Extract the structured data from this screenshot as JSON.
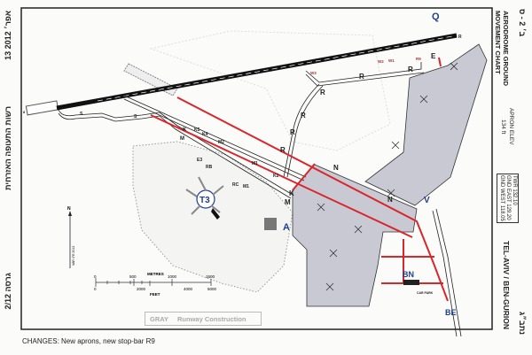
{
  "header": {
    "page_number": "ב׳ 2 - ס",
    "chart_title_line1": "AERODROME GROUND",
    "chart_title_line2": "MOVEMENT CHART",
    "apron_elev_label": "APRON ELEV",
    "apron_elev_value": "134 ft",
    "frequencies": [
      "TWR 132.10",
      "GND EAST 129.20",
      "GND WEST 118.05"
    ],
    "airport_name": "TEL-AVIV / BEN-GURION",
    "airport_name_hebrew": "נתב״ג"
  },
  "left_margin": {
    "date": "13 אפר׳ 2012",
    "authority": "רשות התעופה האזרחית",
    "version": "גרסה 2/12"
  },
  "map": {
    "north_label": "N",
    "variation": "VAR 4°E 2012",
    "runway_designator": "8",
    "labels": [
      "Q",
      "R",
      "W1",
      "W2",
      "W3",
      "R9",
      "E",
      "R",
      "R",
      "R",
      "R",
      "R",
      "R",
      "N",
      "N",
      "K",
      "M",
      "K5",
      "K4",
      "M2",
      "M1",
      "E3",
      "RB",
      "RC",
      "M1",
      "K2",
      "K",
      "M",
      "S",
      "S",
      "T3",
      "A",
      "V",
      "BN",
      "BE",
      "CAR PARK"
    ],
    "scale": {
      "metres_label": "METRES",
      "feet_label": "FEET",
      "metres_ticks": [
        "0",
        "500",
        "1000",
        "1500"
      ],
      "feet_ticks": [
        "0",
        "2000",
        "4000",
        "5000"
      ]
    },
    "colors": {
      "apron": "#c9c9d3",
      "taxiway_red": "#d8262c",
      "label_blue": "#1f3f8f"
    }
  },
  "legend": {
    "key": "GRAY",
    "value": "Runway Construction"
  },
  "footer": {
    "changes": "CHANGES:  New aprons, new stop-bar R9"
  }
}
